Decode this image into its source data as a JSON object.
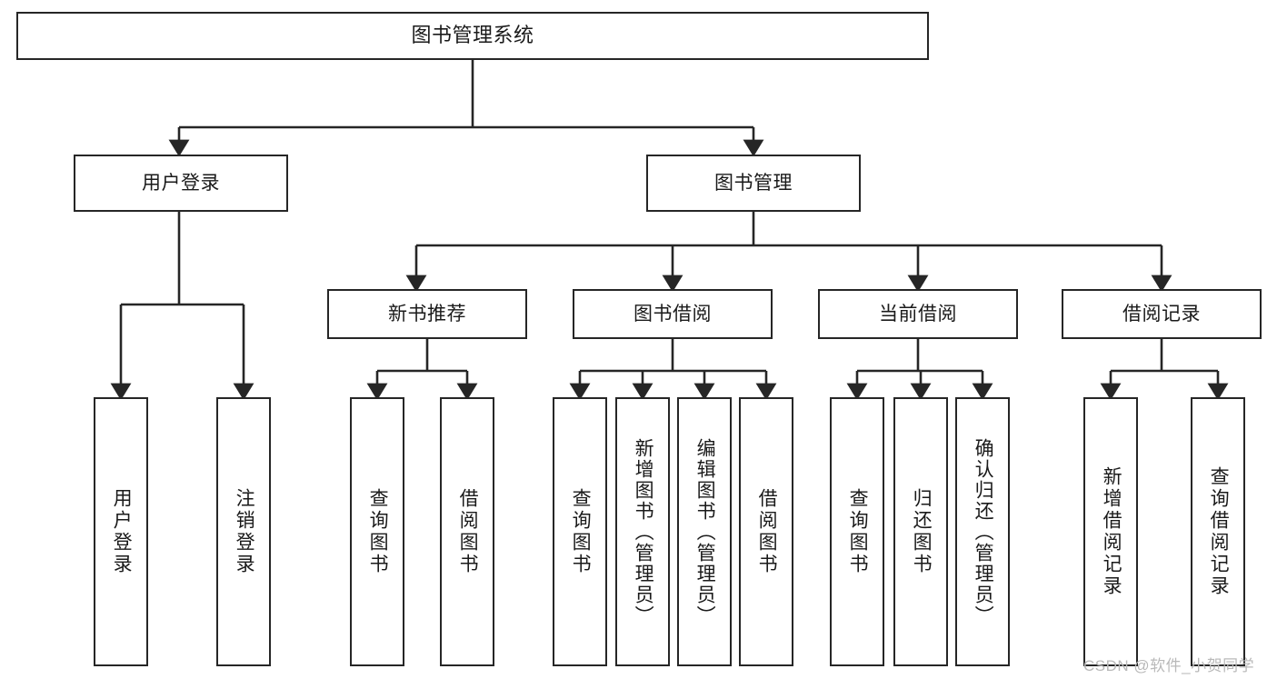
{
  "diagram": {
    "title": "图书管理系统",
    "type": "tree-hierarchy-chart",
    "root": {
      "label": "图书管理系统"
    },
    "level2": [
      {
        "label": "用户登录"
      },
      {
        "label": "图书管理"
      }
    ],
    "level3": [
      {
        "label": "新书推荐"
      },
      {
        "label": "图书借阅"
      },
      {
        "label": "当前借阅"
      },
      {
        "label": "借阅记录"
      }
    ],
    "leaves_user_login": [
      {
        "label": "用户登录"
      },
      {
        "label": "注销登录"
      }
    ],
    "leaves_new_book": [
      {
        "label": "查询图书"
      },
      {
        "label": "借阅图书"
      }
    ],
    "leaves_borrow": [
      {
        "label": "查询图书"
      },
      {
        "label": "新增图书（管理员）"
      },
      {
        "label": "编辑图书（管理员）"
      },
      {
        "label": "借阅图书"
      }
    ],
    "leaves_current": [
      {
        "label": "查询图书"
      },
      {
        "label": "归还图书"
      },
      {
        "label": "确认归还（管理员）"
      }
    ],
    "leaves_records": [
      {
        "label": "新增借阅记录"
      },
      {
        "label": "查询借阅记录"
      }
    ]
  },
  "watermark": {
    "text": "CSDN @软件_小贺同学"
  },
  "colors": {
    "stroke": "#262626",
    "background": "#ffffff",
    "text": "#1a1a1a",
    "watermark": "#b9b9b9"
  }
}
